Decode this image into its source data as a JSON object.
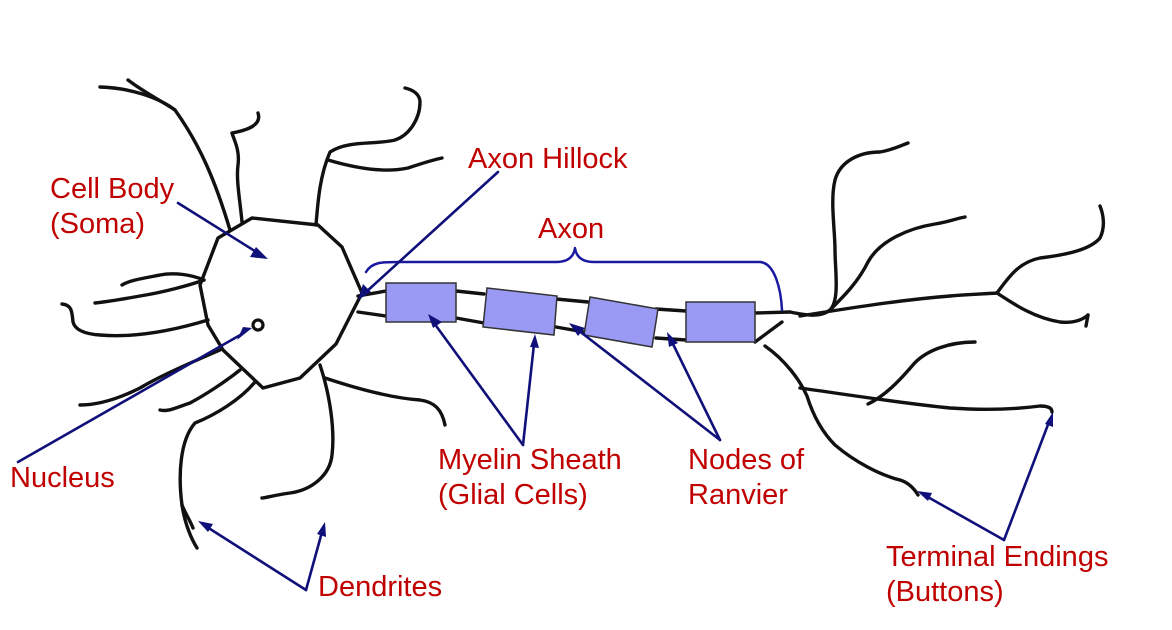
{
  "colors": {
    "label_text": "#c00000",
    "arrow": "#10107a",
    "bracket": "#1a1aa0",
    "myelin_fill": "#9a9af5",
    "neuron_outline": "#111111",
    "background": "#ffffff"
  },
  "labels": {
    "cell_body": [
      "Cell Body",
      "(Soma)"
    ],
    "axon_hillock": "Axon Hillock",
    "axon": "Axon",
    "nucleus": "Nucleus",
    "myelin_sheath": [
      "Myelin Sheath",
      "(Glial Cells)"
    ],
    "nodes_of_ranvier": [
      "Nodes of",
      "Ranvier"
    ],
    "dendrites": "Dendrites",
    "terminal_endings": [
      "Terminal Endings",
      "(Buttons)"
    ]
  }
}
